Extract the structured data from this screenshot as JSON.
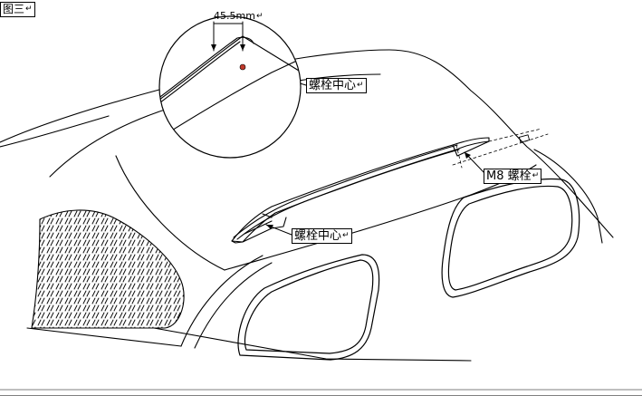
{
  "figure_label": "图三",
  "dimension": "45.5mm",
  "labels": {
    "bolt_center_detail": "螺栓中心",
    "bolt_center_front": "螺栓中心",
    "m8_bolt": "M8 螺栓"
  },
  "paragraph_mark": "↵",
  "colors": {
    "line": "#000000",
    "bolt_dot": "#c0392b"
  }
}
